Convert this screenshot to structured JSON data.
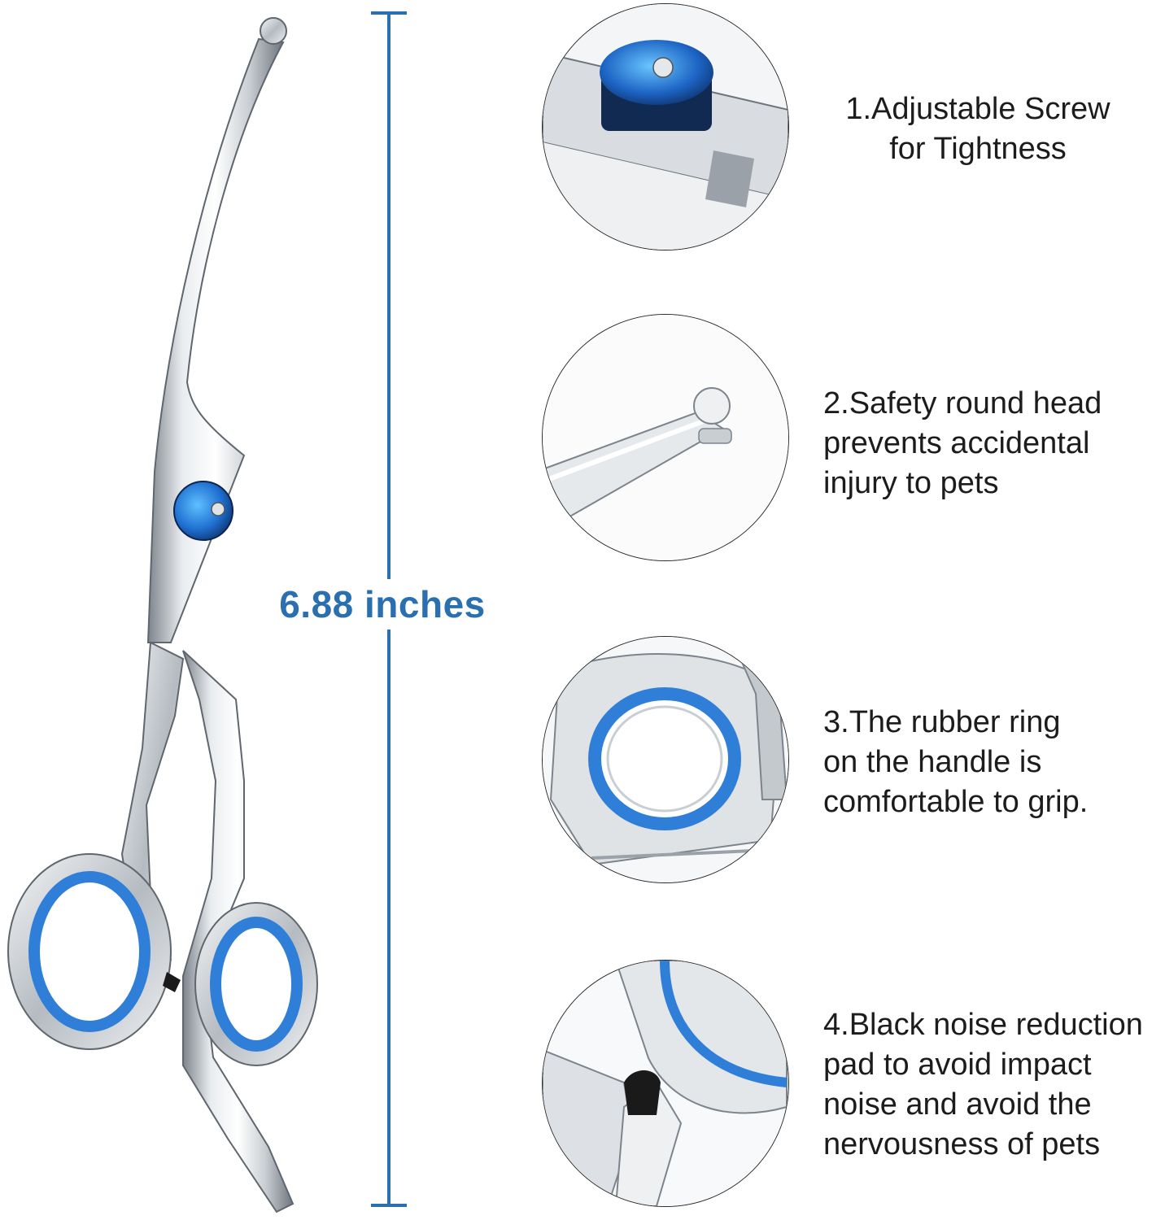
{
  "dimension": {
    "length_label": "6.88 inches"
  },
  "features": [
    {
      "lines": [
        "1.Adjustable Screw",
        "for Tightness"
      ]
    },
    {
      "lines": [
        "2.Safety round head",
        "prevents accidental",
        "injury to pets"
      ]
    },
    {
      "lines": [
        "3.The rubber ring",
        "on the handle is",
        "comfortable to grip."
      ]
    },
    {
      "lines": [
        "4.Black noise reduction",
        "pad to avoid impact",
        "noise and avoid the",
        "nervousness of pets"
      ]
    }
  ],
  "colors": {
    "accent_blue": "#2a6fb0",
    "ring_blue": "#2f7fd8",
    "steel_light": "#f2f4f6",
    "steel_dark": "#8a9098",
    "pad_black": "#1a1a1a"
  }
}
